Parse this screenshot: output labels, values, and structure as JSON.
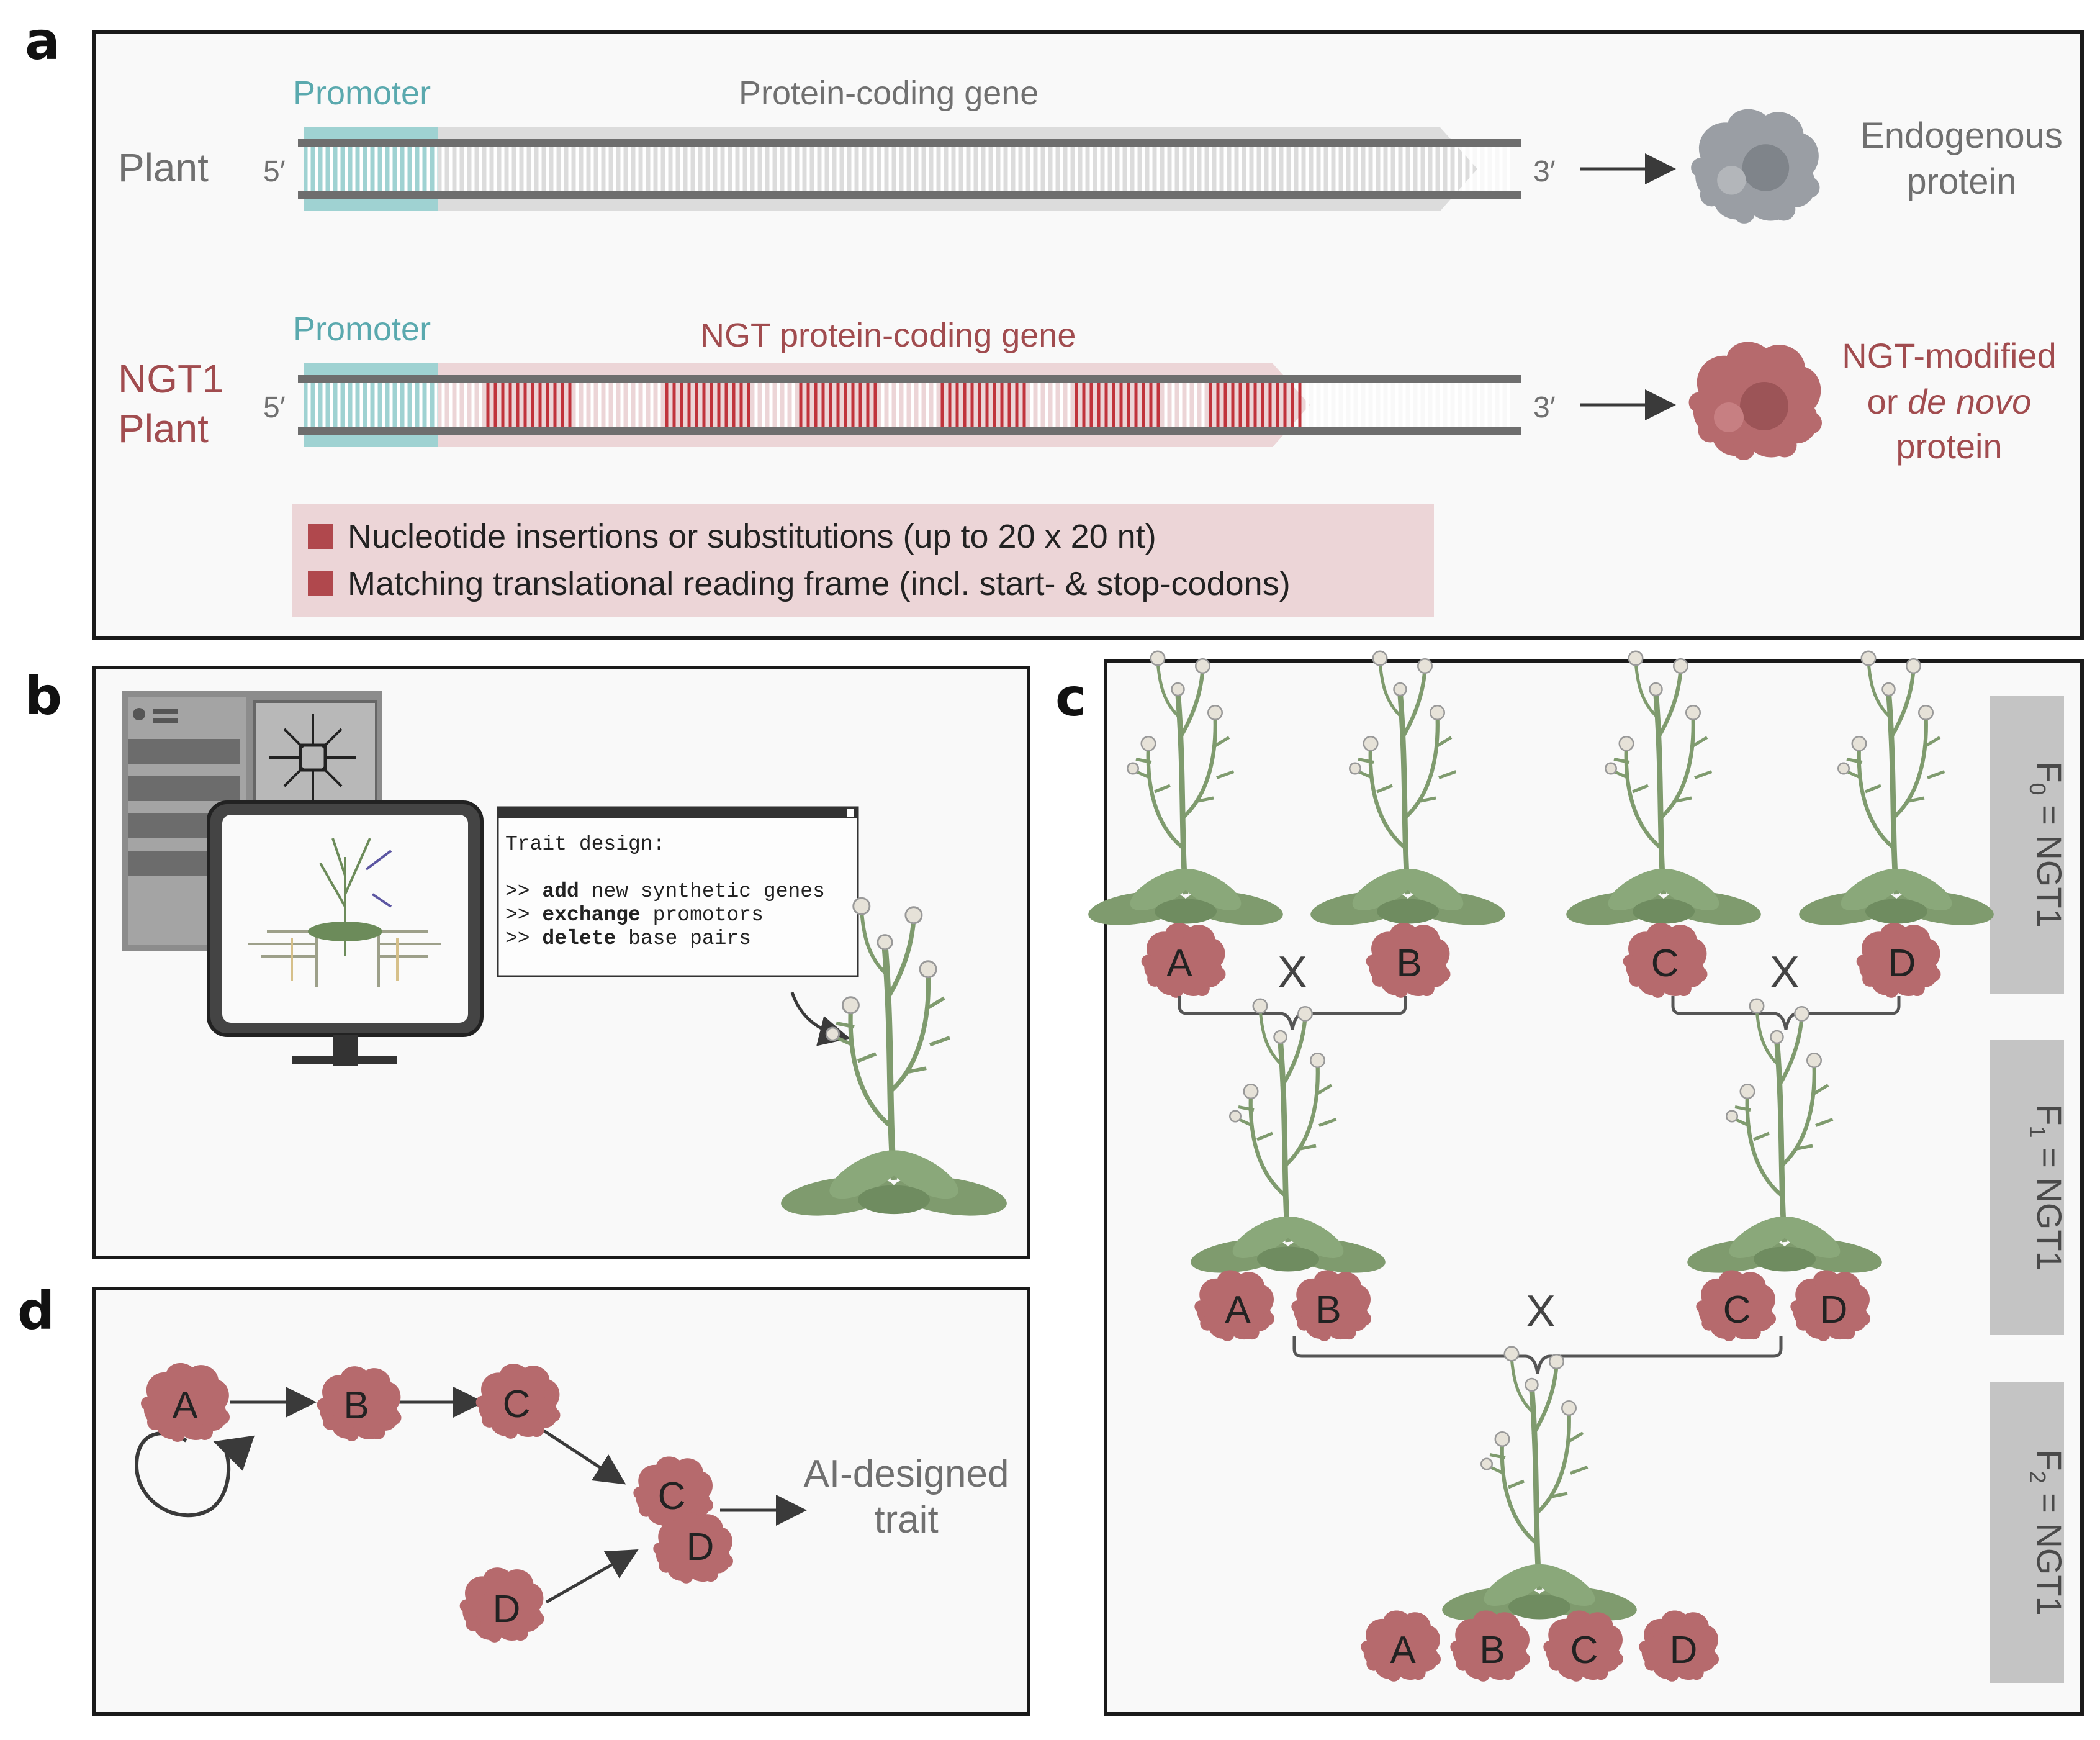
{
  "colors": {
    "panel_bg": "#f9f9f9",
    "frame": "#1a1a1a",
    "teal": "#5aa9ae",
    "teal_fill": "#9fd2d2",
    "gray_text": "#707070",
    "red_text": "#a14c4f",
    "protein_red": "#b66a6d",
    "protein_gray": "#9a9ea4",
    "legend_bg": "#ecd5d7",
    "legend_square": "#b0484d",
    "plant_green": "#7f9b6e",
    "gen_box": "#c4c4c4"
  },
  "panel_a": {
    "letter": "a",
    "row1": {
      "label": "Plant",
      "promoter": "Promoter",
      "gene": "Protein-coding gene",
      "five": "5′",
      "three": "3′",
      "product_line1": "Endogenous",
      "product_line2": "protein",
      "icon": "gray-protein-icon"
    },
    "row2": {
      "label_line1": "NGT1",
      "label_line2": "Plant",
      "promoter": "Promoter",
      "gene": "NGT protein-coding gene",
      "five": "5′",
      "three": "3′",
      "product_line1": "NGT-modified",
      "product_line2_pre": "or ",
      "product_line2_italic": "de novo",
      "product_line3": "protein",
      "icon": "red-protein-icon"
    },
    "legend": [
      "Nucleotide insertions or substitutions (up to 20 x 20 nt)",
      "Matching translational reading frame (incl. start- & stop-codons)"
    ]
  },
  "panel_b": {
    "letter": "b",
    "terminal": {
      "title": "Trait design:",
      "lines": [
        {
          "prompt": ">>",
          "cmd": "add",
          "rest": "new synthetic genes"
        },
        {
          "prompt": ">>",
          "cmd": "exchange",
          "rest": "promotors"
        },
        {
          "prompt": ">>",
          "cmd": "delete",
          "rest": "base pairs"
        }
      ]
    },
    "icons": [
      "server-icon",
      "monitor-icon",
      "plant-icon"
    ]
  },
  "panel_c": {
    "letter": "c",
    "cross_symbol": "X",
    "f0": {
      "proteins": [
        "A",
        "B",
        "C",
        "D"
      ]
    },
    "f1": {
      "proteins": [
        [
          "A",
          "B"
        ],
        [
          "C",
          "D"
        ]
      ]
    },
    "f2": {
      "proteins": [
        "A",
        "B",
        "C",
        "D"
      ]
    },
    "generations": [
      {
        "F": "F",
        "sub": "0",
        "rest": " = NGT1"
      },
      {
        "F": "F",
        "sub": "1",
        "rest": " = NGT1"
      },
      {
        "F": "F",
        "sub": "2",
        "rest": " = NGT1"
      }
    ]
  },
  "panel_d": {
    "letter": "d",
    "nodes": [
      "A",
      "B",
      "C",
      "C",
      "D",
      "D"
    ],
    "result_line1": "AI-designed",
    "result_line2": "trait"
  }
}
